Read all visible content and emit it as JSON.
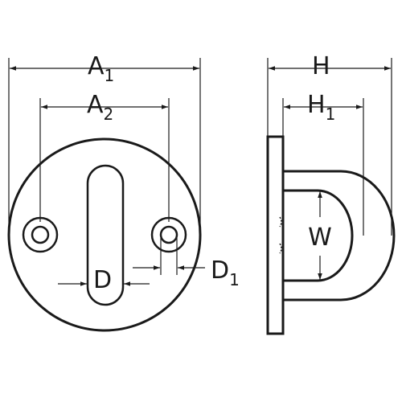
{
  "labels": {
    "a1": {
      "main": "A",
      "sub": "1"
    },
    "a2": {
      "main": "A",
      "sub": "2"
    },
    "h": {
      "main": "H"
    },
    "h1": {
      "main": "H",
      "sub": "1"
    },
    "d": {
      "main": "D"
    },
    "d1": {
      "main": "D",
      "sub": "1"
    },
    "w": {
      "main": "W"
    }
  },
  "colors": {
    "stroke": "#1a1a1a",
    "fill": "#ffffff"
  }
}
